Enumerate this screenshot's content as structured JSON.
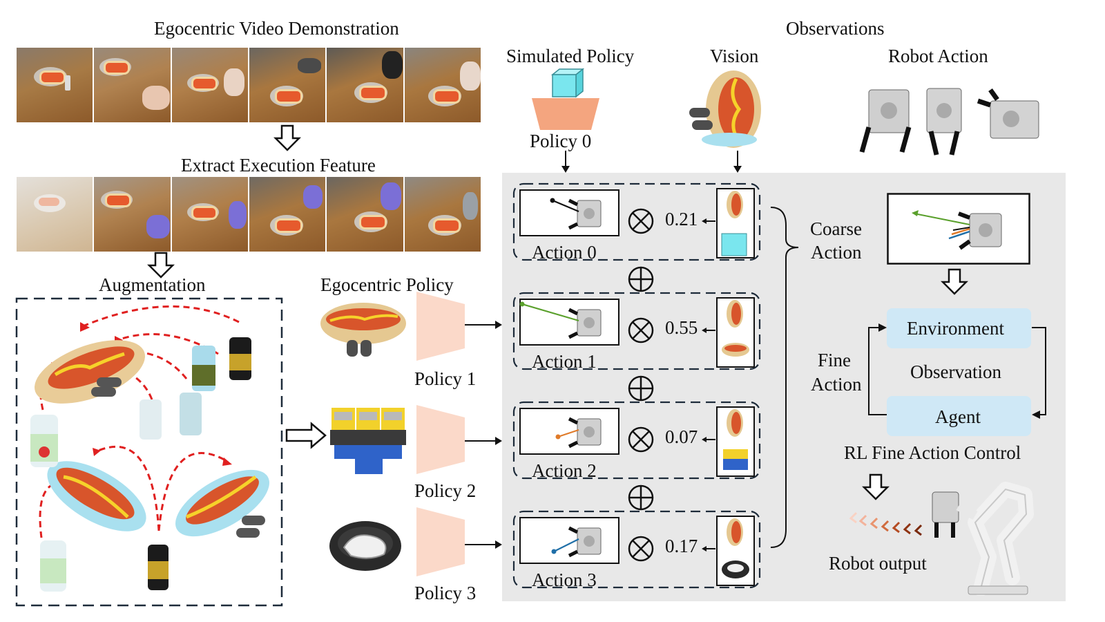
{
  "video": {
    "title": "Egocentric Video Demonstration",
    "frames": 6
  },
  "extract": {
    "title": "Extract Execution Feature",
    "frames": 6
  },
  "augmentation": {
    "title": "Augmentation"
  },
  "egocentric": {
    "title": "Egocentric Policy",
    "policies": [
      "Policy 1",
      "Policy 2",
      "Policy 3"
    ]
  },
  "observations": {
    "title": "Observations",
    "simulated": "Simulated Policy",
    "policy0": "Policy 0",
    "vision": "Vision",
    "robot_action": "Robot Action"
  },
  "actions": [
    {
      "label": "Action 0",
      "weight": "0.21",
      "arrow_color": "#111111"
    },
    {
      "label": "Action 1",
      "weight": "0.55",
      "arrow_color": "#5aa02c"
    },
    {
      "label": "Action 2",
      "weight": "0.07",
      "arrow_color": "#e07b2a"
    },
    {
      "label": "Action 3",
      "weight": "0.17",
      "arrow_color": "#1f6fa8"
    }
  ],
  "rl": {
    "coarse": [
      "Coarse",
      "Action"
    ],
    "fine": [
      "Fine",
      "Action"
    ],
    "environment": "Environment",
    "observation": "Observation",
    "agent": "Agent",
    "control": "RL Fine Action Control",
    "output": "Robot output"
  },
  "colors": {
    "panel": "#e8e8e8",
    "rl_box": "#cfe8f6",
    "policy_trap": "#fbd9c9",
    "sim_trap": "#f4a57f",
    "cube": "#7ae6ee",
    "red_arrow": "#e02020"
  }
}
